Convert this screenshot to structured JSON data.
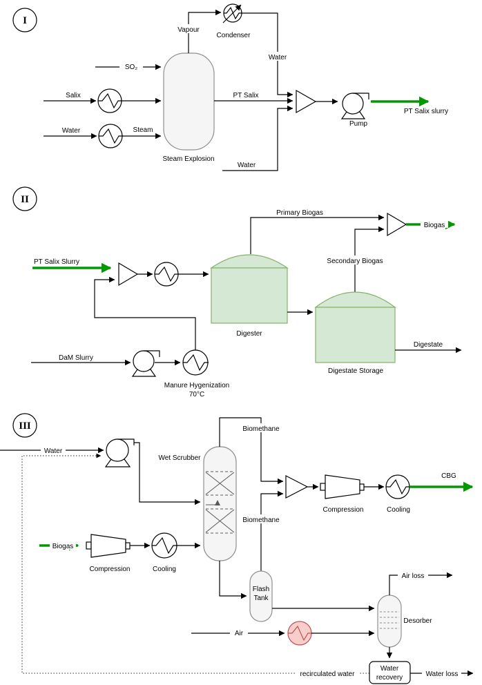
{
  "colors": {
    "stream_green": "#009900",
    "line": "#000000",
    "tank_fill": "#d5e8d4",
    "tank_stroke": "#82b366",
    "vessel_fill": "#f5f5f5",
    "vessel_stroke": "#8f8f8f",
    "hx_red_fill": "#f8cecc",
    "hx_red_stroke": "#b85450"
  },
  "sections": {
    "s1": {
      "numeral": "I",
      "labels": {
        "so2": "SO₂",
        "salix": "Salix",
        "water_in": "Water",
        "steam": "Steam",
        "steam_explosion": "Steam Explosion",
        "vapour": "Vapour",
        "condenser": "Condenser",
        "water_condensate": "Water",
        "pt_salix": "PT Salix",
        "water_makeup": "Water",
        "pump": "Pump",
        "pt_salix_slurry": "PT Salix slurry"
      }
    },
    "s2": {
      "numeral": "II",
      "labels": {
        "pt_salix_slurry": "PT Salix Slurry",
        "primary_biogas": "Primary Biogas",
        "secondary_biogas": "Secondary Biogas",
        "biogas": "Biogas",
        "digester": "Digester",
        "digestate_storage": "Digestate Storage",
        "digestate": "Digestate",
        "dam_slurry": "DaM Slurry",
        "manure_hygenization": "Manure Hygenization",
        "temperature": "70°C"
      }
    },
    "s3": {
      "numeral": "III",
      "labels": {
        "water": "Water",
        "wet_scrubber": "Wet Scrubber",
        "biomethane_top": "Biomethane",
        "biomethane_mid": "Biomethane",
        "compression_top": "Compression",
        "cooling_top": "Cooling",
        "cbg": "CBG",
        "biogas": "Biogas",
        "compression_bottom": "Compression",
        "cooling_bottom": "Cooling",
        "flash_line1": "Flash",
        "flash_line2": "Tank",
        "air": "Air",
        "desorber": "Desorber",
        "air_loss": "Air loss",
        "water_recovery_line1": "Water",
        "water_recovery_line2": "recovery",
        "water_loss": "Water loss",
        "recirculated_water": "recirculated water"
      }
    }
  }
}
